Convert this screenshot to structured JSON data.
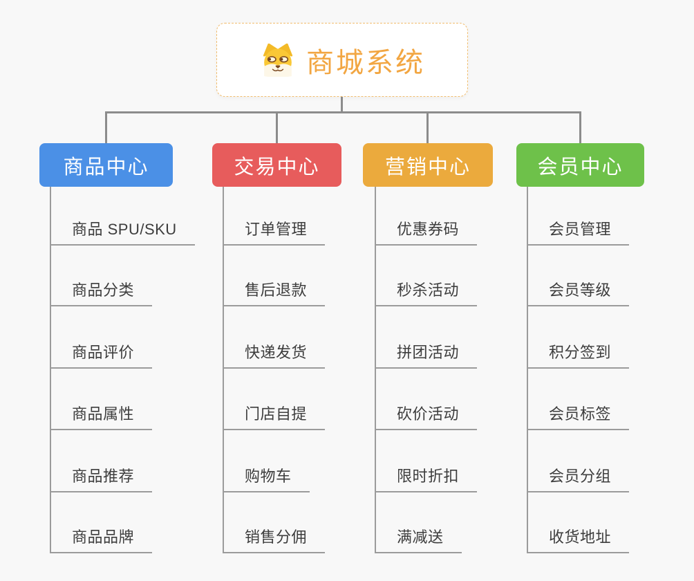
{
  "canvas": {
    "background_color": "#f8f8f8",
    "tree_connector_color": "#8c8c8c",
    "spine_connector_color": "#9b9b9b"
  },
  "root": {
    "title": "商城系统",
    "icon": "dog-face-icon",
    "text_color": "#f2a642",
    "border_color": "#f1bd6e",
    "background_color": "#ffffff"
  },
  "branches": [
    {
      "label": "商品中心",
      "color": "#4b90e6",
      "items": [
        "商品 SPU/SKU",
        "商品分类",
        "商品评价",
        "商品属性",
        "商品推荐",
        "商品品牌"
      ]
    },
    {
      "label": "交易中心",
      "color": "#e75c5c",
      "items": [
        "订单管理",
        "售后退款",
        "快递发货",
        "门店自提",
        "购物车",
        "销售分佣"
      ]
    },
    {
      "label": "营销中心",
      "color": "#ebaa3d",
      "items": [
        "优惠券码",
        "秒杀活动",
        "拼团活动",
        "砍价活动",
        "限时折扣",
        "满减送"
      ]
    },
    {
      "label": "会员中心",
      "color": "#6ec14a",
      "items": [
        "会员管理",
        "会员等级",
        "积分签到",
        "会员标签",
        "会员分组",
        "收货地址"
      ]
    }
  ]
}
